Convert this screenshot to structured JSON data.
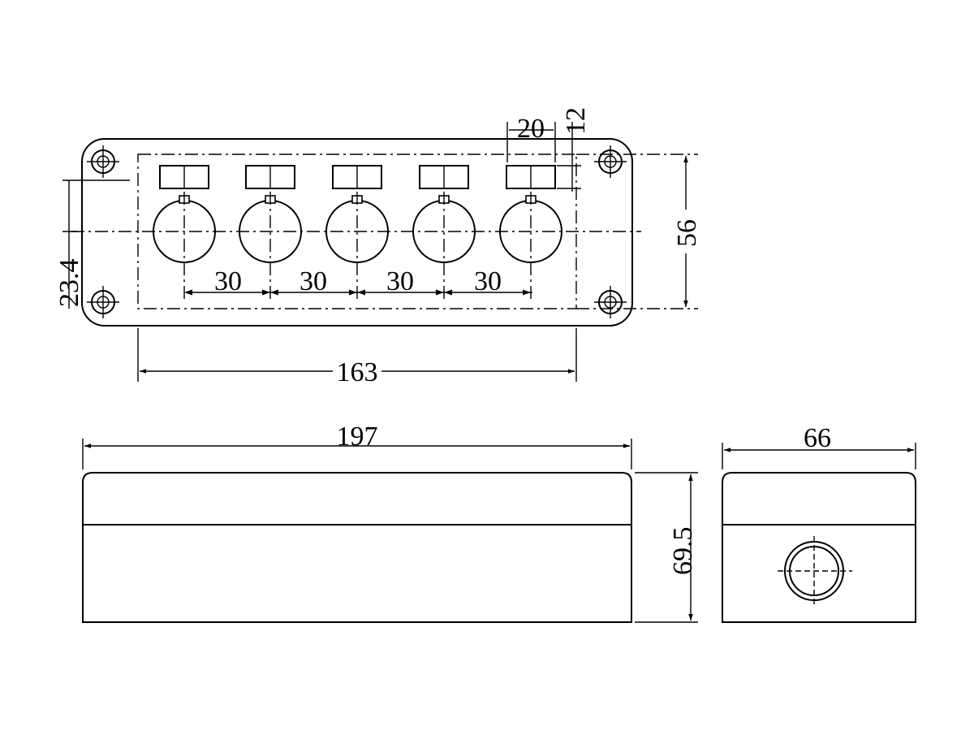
{
  "top_view": {
    "dim_total_mounting_width": "163",
    "dim_button_pitch": [
      "30",
      "30",
      "30",
      "30"
    ],
    "dim_mounting_height": "56",
    "dim_button_offset": "23.4",
    "dim_label_width": "20",
    "dim_label_height": "12"
  },
  "front_view": {
    "dim_length": "197",
    "dim_height": "69.5"
  },
  "side_view": {
    "dim_width": "66"
  }
}
